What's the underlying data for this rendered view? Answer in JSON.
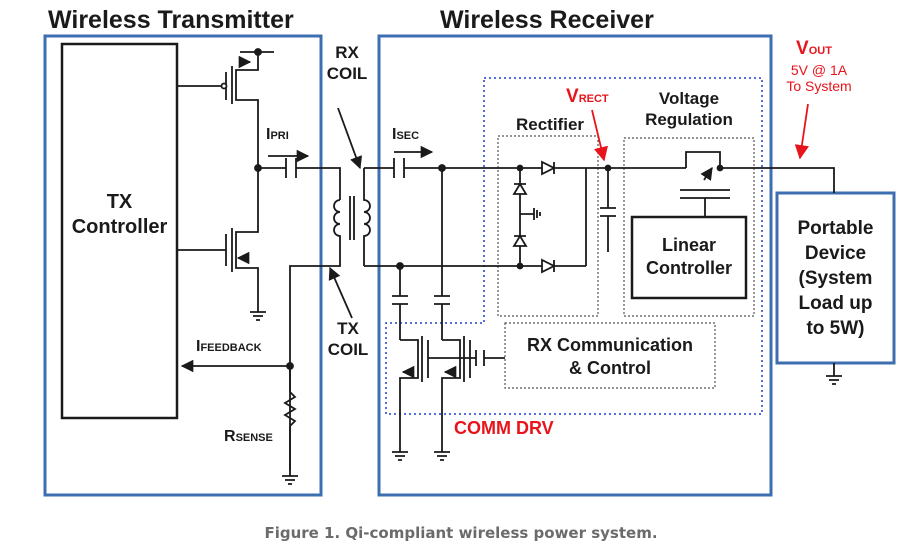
{
  "labels": {
    "wireless_transmitter": "Wireless Transmitter",
    "wireless_receiver": "Wireless Receiver",
    "tx_controller_line1": "TX",
    "tx_controller_line2": "Controller",
    "rx_coil_line1": "RX",
    "rx_coil_line2": "COIL",
    "tx_coil_line1": "TX",
    "tx_coil_line2": "COIL",
    "i_pri_main": "I",
    "i_pri_sub": "PRI",
    "i_sec_main": "I",
    "i_sec_sub": "SEC",
    "i_feedback_main": "I",
    "i_feedback_sub": "FEEDBACK",
    "r_sense_main": "R",
    "r_sense_sub": "SENSE",
    "v_rect_main": "V",
    "v_rect_sub": "RECT",
    "v_out_main": "V",
    "v_out_sub": "OUT",
    "v_out_spec_line1": "5V @ 1A",
    "v_out_spec_line2": "To System",
    "rectifier": "Rectifier",
    "voltage_regulation_line1": "Voltage",
    "voltage_regulation_line2": "Regulation",
    "linear_controller_line1": "Linear",
    "linear_controller_line2": "Controller",
    "portable_device_line1": "Portable",
    "portable_device_line2": "Device",
    "portable_device_line3": "(System",
    "portable_device_line4": "Load up",
    "portable_device_line5": "to 5W)",
    "rx_comm_line1": "RX Communication",
    "rx_comm_line2": "& Control",
    "comm_drv": "COMM DRV"
  },
  "caption": "Figure 1. Qi-compliant wireless power system.",
  "colors": {
    "block_border": "#3d6fb0",
    "wire": "#1a1a1a",
    "highlight": "#e8141b",
    "dotted_blue": "#1f3fd1",
    "caption": "#6b6b6b"
  }
}
